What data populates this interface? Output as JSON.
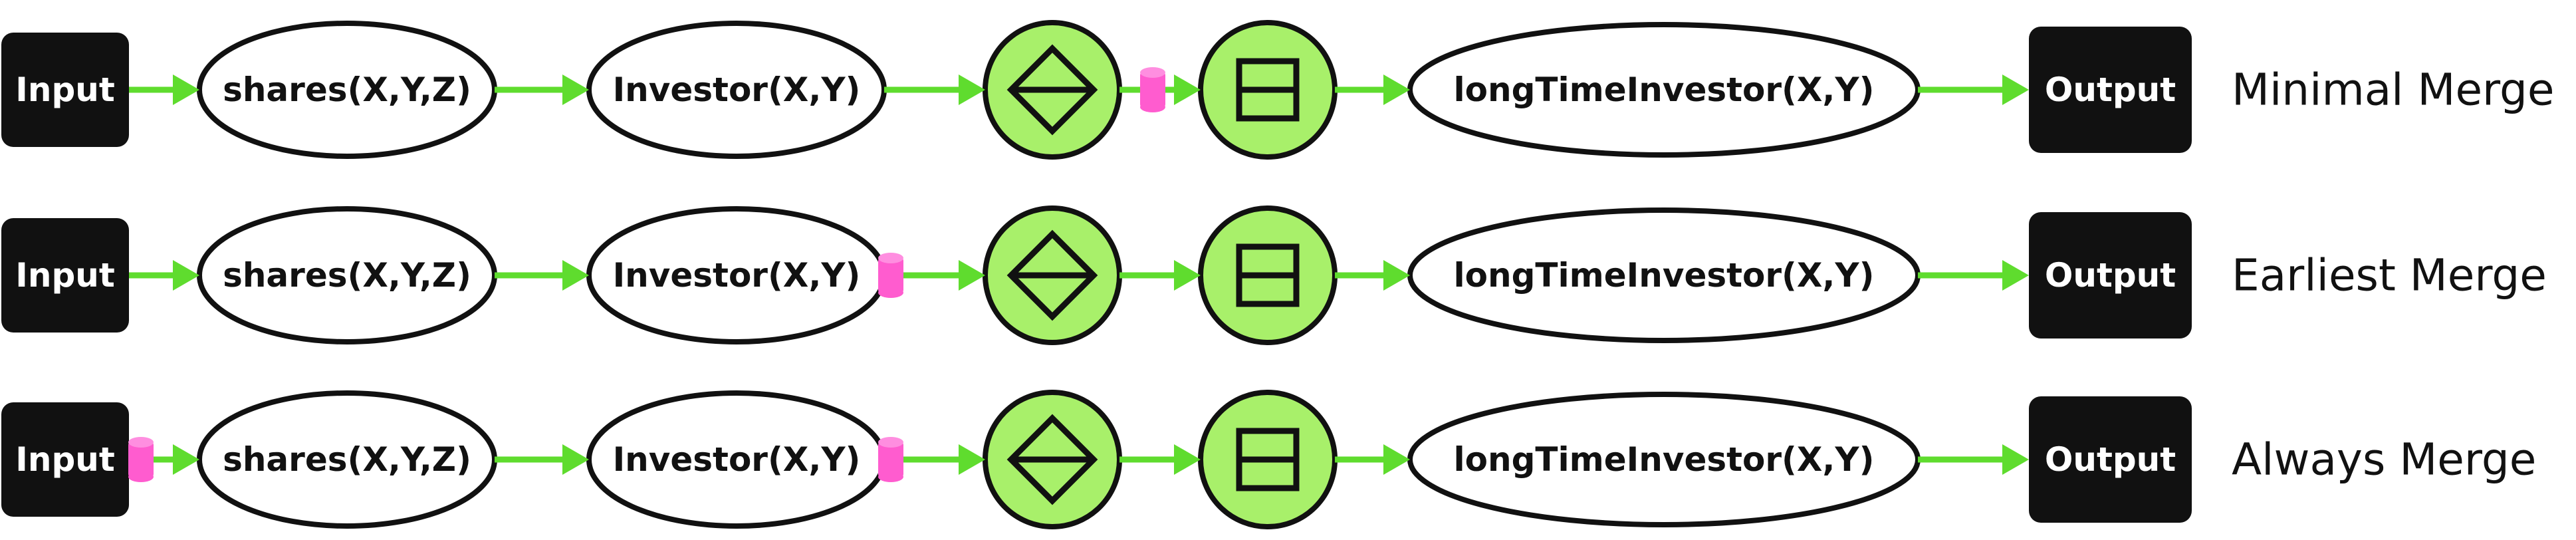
{
  "rows": [
    {
      "label": "Minimal Merge",
      "nodes": {
        "input": "Input",
        "shares": "shares(X,Y,Z)",
        "investor": "Investor(X,Y)",
        "long_time_investor": "longTimeInvestor(X,Y)",
        "output": "Output"
      },
      "operators": [
        "diamond-operator",
        "split-box-operator"
      ],
      "cache_markers_after": [
        "diamond-operator"
      ]
    },
    {
      "label": "Earliest Merge",
      "nodes": {
        "input": "Input",
        "shares": "shares(X,Y,Z)",
        "investor": "Investor(X,Y)",
        "long_time_investor": "longTimeInvestor(X,Y)",
        "output": "Output"
      },
      "operators": [
        "diamond-operator",
        "split-box-operator"
      ],
      "cache_markers_after": [
        "investor"
      ]
    },
    {
      "label": "Always Merge",
      "nodes": {
        "input": "Input",
        "shares": "shares(X,Y,Z)",
        "investor": "Investor(X,Y)",
        "long_time_investor": "longTimeInvestor(X,Y)",
        "output": "Output"
      },
      "operators": [
        "diamond-operator",
        "split-box-operator"
      ],
      "cache_markers_after": [
        "input",
        "investor"
      ]
    }
  ],
  "colors": {
    "edge": "#5fdc2e",
    "operator_fill": "#a8f06a",
    "cache_marker": "#ff5ccf",
    "io_box": "#111111"
  }
}
